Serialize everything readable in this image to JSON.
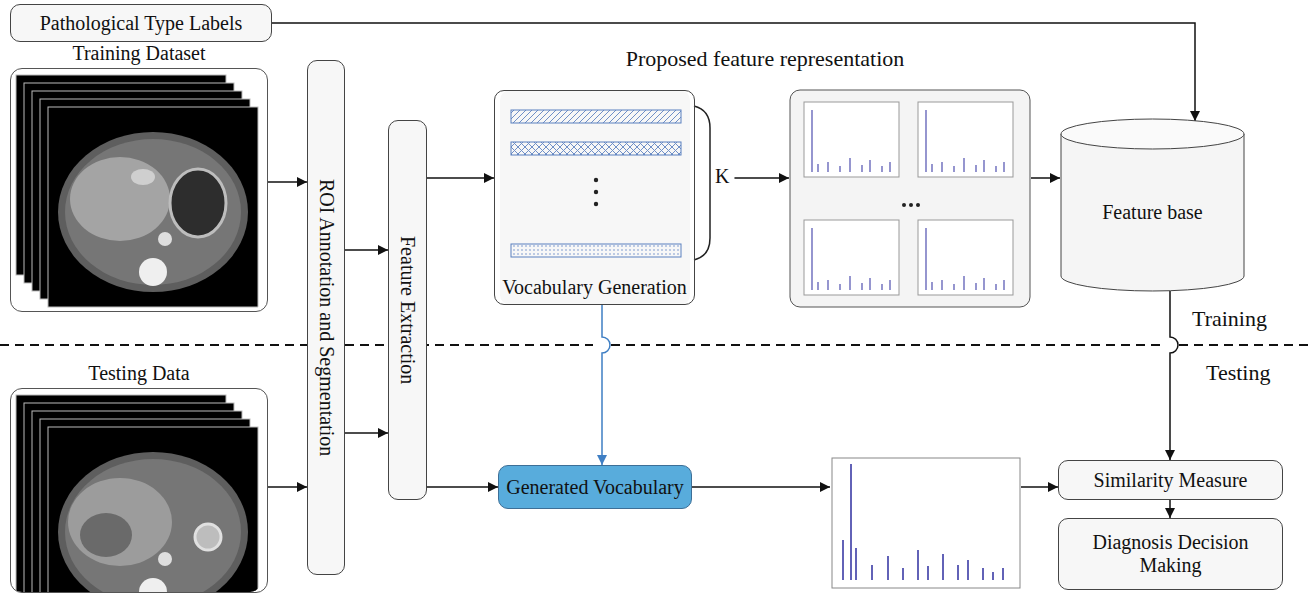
{
  "diagram": {
    "nodes": [
      {
        "text": [
          "Pathological Type Labels"
        ]
      },
      {
        "text": [
          "Training Dataset"
        ]
      },
      {
        "text": [
          "ROI Annotation and Segmentation"
        ]
      },
      {
        "text": [
          "Feature Extraction"
        ]
      },
      {
        "text": [
          "Vocabulary Generation"
        ]
      },
      {
        "text": [
          "Feature base"
        ]
      },
      {
        "text": [
          "Testing Data"
        ]
      },
      {
        "text": [
          "Generated Vocabulary"
        ]
      },
      {
        "text": [
          "Similarity Measure"
        ]
      },
      {
        "text": [
          "Diagnosis Decision Making"
        ]
      }
    ],
    "edges": [
      {
        "from": 0,
        "to": 5,
        "arrow": "to"
      },
      {
        "from": 1,
        "to": 2,
        "arrow": "to"
      },
      {
        "from": 6,
        "to": 2,
        "arrow": "to"
      },
      {
        "from": 2,
        "to": 3,
        "arrow": "to"
      },
      {
        "from": 2,
        "to": 3,
        "arrow": "to"
      },
      {
        "from": 3,
        "to": 4,
        "arrow": "to"
      },
      {
        "from": 3,
        "to": 7,
        "arrow": "to"
      },
      {
        "from": 4,
        "to": 7,
        "arrow": "to"
      },
      {
        "from": 4,
        "to": 5,
        "arrow": "to"
      },
      {
        "from": 5,
        "to": 8,
        "arrow": "to"
      },
      {
        "from": 7,
        "to": 8,
        "arrow": "to"
      },
      {
        "from": 8,
        "to": 9,
        "arrow": "to"
      }
    ],
    "labels": [
      "Proposed feature representation",
      "K",
      "Training",
      "Testing"
    ]
  }
}
